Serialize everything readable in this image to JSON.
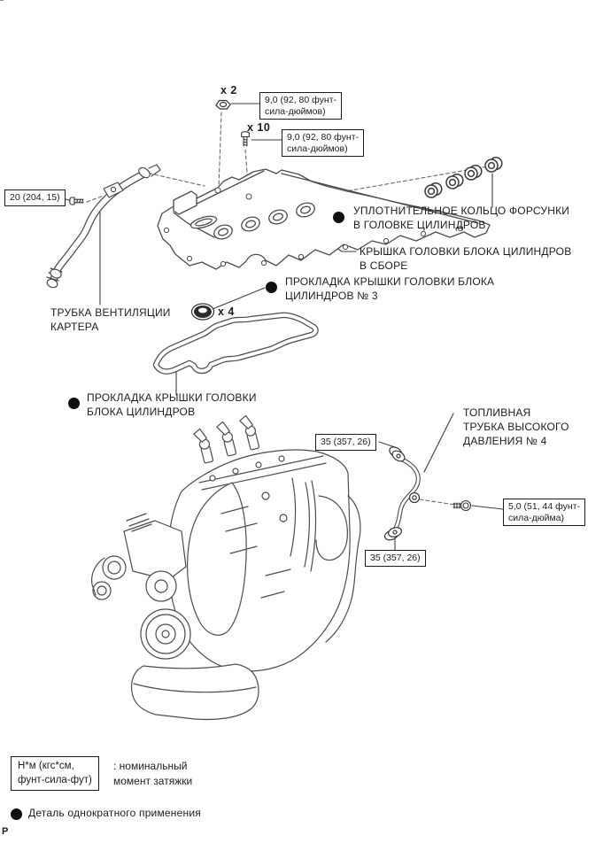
{
  "page": {
    "marker": "P",
    "background": "#ffffff",
    "line_color": "#4c4c4c",
    "accent": "#111111"
  },
  "callouts": {
    "cover_nut": {
      "count": "x 2",
      "torque": {
        "line1": "9,0 (92, 80 фунт-",
        "line2": "сила-дюймов)"
      }
    },
    "cover_bolt": {
      "count": "x 10",
      "torque": {
        "line1": "9,0 (92, 80 фунт-",
        "line2": "сила-дюймов)"
      }
    },
    "vent_tube_bolt": {
      "torque": "20 (204, 15)"
    },
    "fuel_pipe_upper_nut": {
      "torque": "35 (357, 26)"
    },
    "fuel_pipe_lower_nut": {
      "torque": "35 (357, 26)"
    },
    "clamp_bolt": {
      "torque": {
        "line1": "5,0 (51, 44 фунт-",
        "line2": "сила-дюйма)"
      }
    },
    "injector_seal_count": "x 4"
  },
  "part_labels": {
    "injector_seal": {
      "line1": "УПЛОТНИТЕЛЬНОЕ КОЛЬЦО ФОРСУНКИ",
      "line2": "В ГОЛОВКЕ ЦИЛИНДРОВ"
    },
    "head_cover": {
      "line1": "КРЫШКА ГОЛОВКИ БЛОКА ЦИЛИНДРОВ",
      "line2": "В СБОРЕ"
    },
    "cover_gasket_3": {
      "line1": "ПРОКЛАДКА КРЫШКИ ГОЛОВКИ БЛОКА",
      "line2": "ЦИЛИНДРОВ № 3"
    },
    "cover_gasket": {
      "line1": "ПРОКЛАДКА КРЫШКИ ГОЛОВКИ",
      "line2": "БЛОКА ЦИЛИНДРОВ"
    },
    "vent_tube": {
      "line1": "ТРУБКА ВЕНТИЛЯЦИИ",
      "line2": "КАРТЕРА"
    },
    "fuel_pipe": {
      "line1": "ТОПЛИВНАЯ",
      "line2": "ТРУБКА ВЫСОКОГО",
      "line3": "ДАВЛЕНИЯ № 4"
    }
  },
  "legend": {
    "torque_units": {
      "line1": "Н*м (кгс*см,",
      "line2": "фунт-сила-фут)"
    },
    "torque_meaning": {
      "line1": ": номинальный",
      "line2": "момент затяжки"
    },
    "single_use_note": "Деталь однократного применения"
  },
  "icons": {
    "single_use_bullet": "filled-black-circle",
    "hex_nut": "hex-nut-shape",
    "bolt": "machine-bolt-shape",
    "injector_seal_ring": "o-ring-bushing",
    "grommet_seal": "dark-grommet-ring"
  }
}
